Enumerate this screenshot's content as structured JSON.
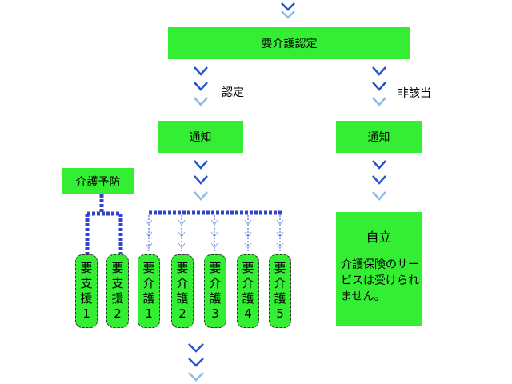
{
  "nodes": {
    "nintei_box": "要介護認定",
    "nintei_label": "認定",
    "higaitou_label": "非該当",
    "tsuchi_left": "通知",
    "tsuchi_right": "通知",
    "kaigo_yobou": "介護予防",
    "jiritsu_title": "自立",
    "jiritsu_desc": "介護保険のサービスは受けられません。"
  },
  "levels": [
    {
      "line1": "要",
      "line2": "支",
      "line3": "援",
      "line4": "1"
    },
    {
      "line1": "要",
      "line2": "支",
      "line3": "援",
      "line4": "2"
    },
    {
      "line1": "要",
      "line2": "介",
      "line3": "護",
      "line4": "1"
    },
    {
      "line1": "要",
      "line2": "介",
      "line3": "護",
      "line4": "2"
    },
    {
      "line1": "要",
      "line2": "介",
      "line3": "護",
      "line4": "3"
    },
    {
      "line1": "要",
      "line2": "介",
      "line3": "護",
      "line4": "4"
    },
    {
      "line1": "要",
      "line2": "介",
      "line3": "護",
      "line4": "5"
    }
  ],
  "colors": {
    "box_green": "#33ee33",
    "connector_blue": "#3344cc",
    "arrow_dark": "#2255cc",
    "arrow_light": "#88bbee"
  }
}
